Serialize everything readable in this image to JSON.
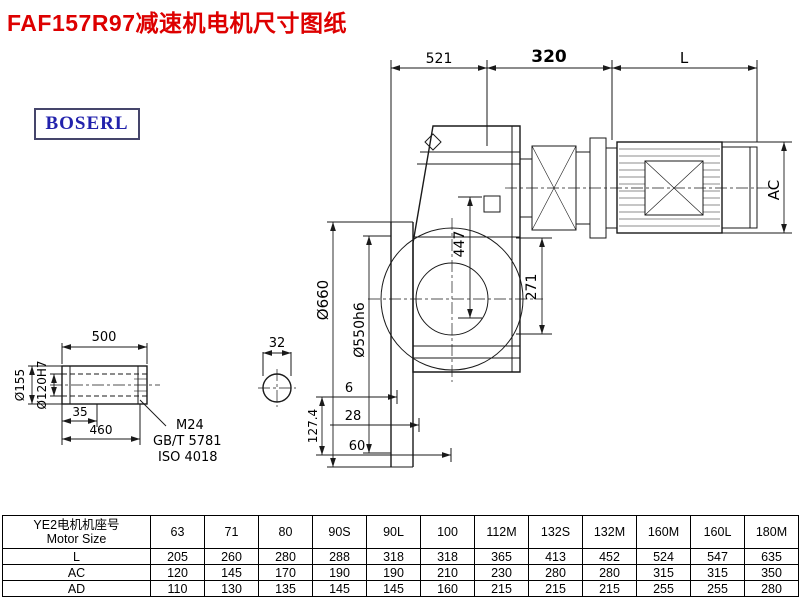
{
  "page": {
    "title": "FAF157R97减速机电机尺寸图纸",
    "logo_text": "BOSERL"
  },
  "drawing": {
    "dims": {
      "top_521": "521",
      "top_320": "320",
      "top_L": "L",
      "right_AC": "AC",
      "flange_d660": "Ø660",
      "flange_d550": "Ø550h6",
      "gearbox_447": "447",
      "gearbox_271": "271",
      "offset_6": "6",
      "offset_28": "28",
      "offset_60": "60",
      "height_127_4": "127.4",
      "shaft_500": "500",
      "shaft_d155": "Ø155",
      "shaft_d120": "Ø120H7",
      "shaft_35": "35",
      "shaft_460": "460",
      "thread_m24": "M24",
      "std_gbt": "GB/T 5781",
      "std_iso": "ISO 4018",
      "hole_32": "32"
    }
  },
  "table": {
    "header_cn": "YE2电机机座号",
    "header_en": "Motor Size",
    "sizes": [
      "63",
      "71",
      "80",
      "90S",
      "90L",
      "100",
      "112M",
      "132S",
      "132M",
      "160M",
      "160L",
      "180M"
    ],
    "rows": [
      {
        "label": "L",
        "values": [
          "205",
          "260",
          "280",
          "288",
          "318",
          "318",
          "365",
          "413",
          "452",
          "524",
          "547",
          "635"
        ]
      },
      {
        "label": "AC",
        "values": [
          "120",
          "145",
          "170",
          "190",
          "190",
          "210",
          "230",
          "280",
          "280",
          "315",
          "315",
          "350"
        ]
      },
      {
        "label": "AD",
        "values": [
          "110",
          "130",
          "135",
          "145",
          "145",
          "160",
          "215",
          "215",
          "215",
          "255",
          "255",
          "280"
        ]
      }
    ]
  }
}
